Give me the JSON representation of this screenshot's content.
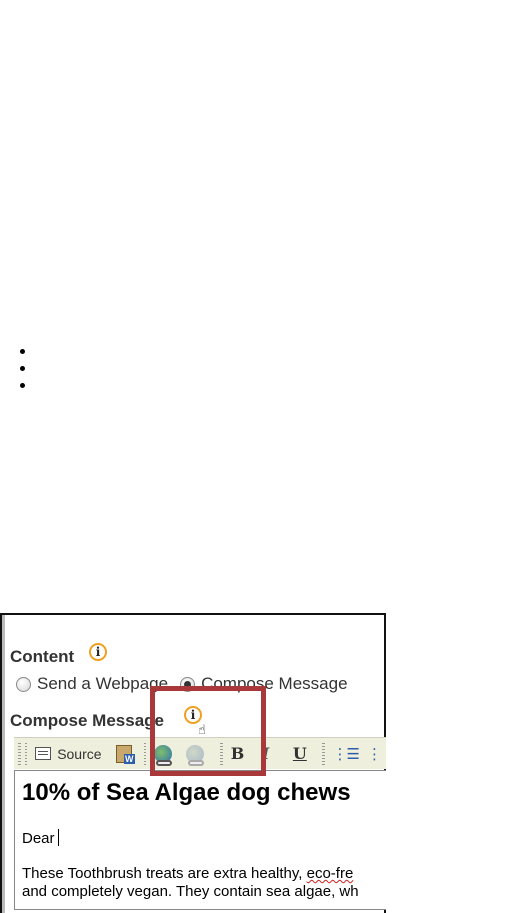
{
  "content_section": {
    "label": "Content",
    "info_icon": "info-icon",
    "options": [
      {
        "label": "Send a Webpage",
        "checked": false
      },
      {
        "label": "Compose Message",
        "checked": true
      }
    ]
  },
  "compose_section": {
    "label": "Compose Message",
    "info_icon": "info-icon"
  },
  "toolbar": {
    "source_label": "Source",
    "bold_label": "B",
    "italic_label": "I",
    "underline_label": "U"
  },
  "editor": {
    "heading": "10% of Sea Algae dog chews",
    "greeting": "Dear",
    "para_line1_a": "These Toothbrush treats are extra healthy, ",
    "para_line1_b": "eco-fre",
    "para_line2": "and completely vegan. They contain sea algae, wh"
  },
  "colors": {
    "highlight": "#a8383a",
    "info_ring": "#f0a020",
    "toolbar_bg": "#efefde"
  }
}
